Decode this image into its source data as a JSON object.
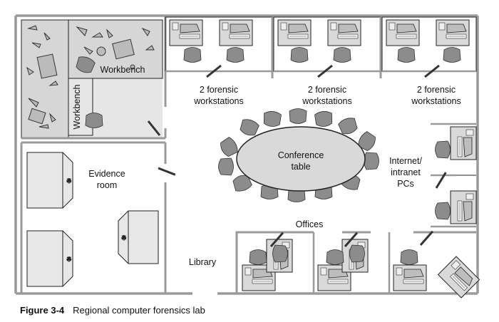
{
  "labels": {
    "workbench_top": "Workbench",
    "workbench_side": "Workbench",
    "forensic_1": [
      "2 forensic",
      "workstations"
    ],
    "forensic_2": [
      "2 forensic",
      "workstations"
    ],
    "forensic_3": [
      "2 forensic",
      "workstations"
    ],
    "conference": [
      "Conference",
      "table"
    ],
    "internet": [
      "Internet/",
      "intranet",
      "PCs"
    ],
    "evidence": [
      "Evidence",
      "room"
    ],
    "offices": "Offices",
    "library": "Library"
  },
  "caption": {
    "figure": "Figure 3-4",
    "title": "Regional computer forensics lab"
  },
  "colors": {
    "wall": "#9a9a9a",
    "floor": "#ffffff",
    "workbench_floor": "#e6e6e6",
    "furniture_fill": "#d6d6d6",
    "chair": "#8c8c8c",
    "line": "#222222"
  }
}
